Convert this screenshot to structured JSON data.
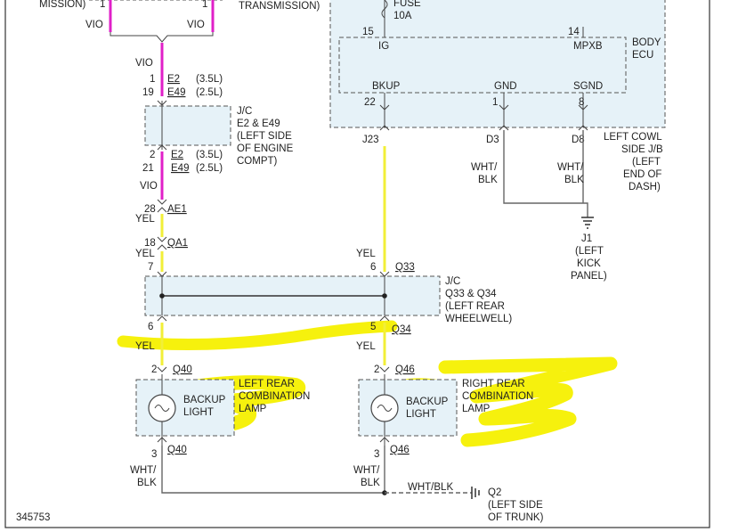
{
  "top": {
    "left_partial_label": "MISSION)",
    "right_partial_label": "TRANSMISSION)",
    "pin_left": "1",
    "pin_right": "1",
    "wire_left": "VIO",
    "wire_right": "VIO",
    "fuse_label": "FUSE",
    "fuse_rating": "10A"
  },
  "body_ecu": {
    "label_line1": "BODY",
    "label_line2": "ECU",
    "pin_ig_num": "15",
    "pin_ig": "IG",
    "pin_mpxb_num": "14",
    "pin_mpxb": "MPXB",
    "pin_bkup": "BKUP",
    "pin_gnd": "GND",
    "pin_sgnd": "SGND",
    "pin_bkup_num": "22",
    "pin_gnd_num": "1",
    "pin_sgnd_num": "8"
  },
  "cowl_jb": {
    "pin_j23": "J23",
    "pin_d3": "D3",
    "pin_d8": "D8",
    "label": [
      "LEFT COWL",
      "SIDE J/B",
      "(LEFT",
      "END OF",
      "DASH)"
    ]
  },
  "gnd_wires": {
    "wire_d3_1": "WHT/",
    "wire_d3_2": "BLK",
    "wire_d8_1": "WHT/",
    "wire_d8_2": "BLK"
  },
  "ground_j1": {
    "name": "J1",
    "label": [
      "(LEFT",
      "KICK",
      "PANEL)"
    ]
  },
  "jc_e2": {
    "wire_top": "VIO",
    "pin_top_1": "1",
    "conn_top_1": "E2",
    "engine_top_1": "(3.5L)",
    "pin_top_2": "19",
    "conn_top_2": "E49",
    "engine_top_2": "(2.5L)",
    "label": [
      "J/C",
      "E2 & E49",
      "(LEFT SIDE",
      "OF ENGINE",
      "COMPT)"
    ],
    "pin_bot_1": "2",
    "conn_bot_1": "E2",
    "engine_bot_1": "(3.5L)",
    "pin_bot_2": "21",
    "conn_bot_2": "E49",
    "engine_bot_2": "(2.5L)",
    "wire_bot": "VIO"
  },
  "ae1": {
    "pin": "28",
    "conn": "AE1",
    "wire": "YEL"
  },
  "qa1": {
    "pin": "18",
    "conn": "QA1",
    "wire": "YEL"
  },
  "jc_q33": {
    "wire_right_top": "YEL",
    "pin_left_top": "7",
    "pin_right_top": "6",
    "conn_top": "Q33",
    "label": [
      "J/C",
      "Q33 & Q34",
      "(LEFT REAR",
      "WHEELWELL)"
    ],
    "pin_left_bot": "6",
    "pin_right_bot": "5",
    "conn_bot": "Q34",
    "wire_left_bot": "YEL",
    "wire_right_bot": "YEL"
  },
  "lamp_left": {
    "pin_top": "2",
    "conn_top": "Q40",
    "bulb_1": "BACKUP",
    "bulb_2": "LIGHT",
    "label": [
      "LEFT REAR",
      "COMBINATION",
      "LAMP"
    ],
    "pin_bot": "3",
    "conn_bot": "Q40",
    "wire_1": "WHT/",
    "wire_2": "BLK"
  },
  "lamp_right": {
    "pin_top": "2",
    "conn_top": "Q46",
    "bulb_1": "BACKUP",
    "bulb_2": "LIGHT",
    "label": [
      "RIGHT REAR",
      "COMBINATION",
      "LAMP"
    ],
    "pin_bot": "3",
    "conn_bot": "Q46",
    "wire_1": "WHT/",
    "wire_2": "BLK"
  },
  "ground_q2": {
    "wire": "WHT/BLK",
    "name": "Q2",
    "label": [
      "(LEFT SIDE",
      "OF TRUNK)"
    ]
  },
  "figure_id": "345753",
  "colors": {
    "violet_wire": "#e020c8",
    "yellow_wire": "#f2ef38",
    "highlighter": "#f5f000",
    "box_fill": "#e6f2f8"
  }
}
